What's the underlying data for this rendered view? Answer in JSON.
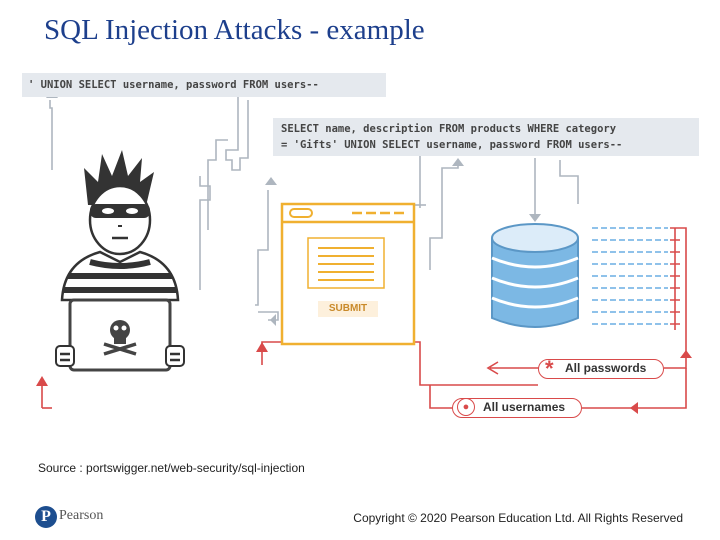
{
  "slide": {
    "title": "SQL Injection Attacks - example",
    "source": "Source : portswigger.net/web-security/sql-injection",
    "copyright": "Copyright © 2020 Pearson Education Ltd. All Rights Reserved",
    "brand": "Pearson"
  },
  "diagram": {
    "injected_input": "' UNION SELECT username, password FROM users--",
    "resulting_query_line1": "SELECT name, description FROM products WHERE category",
    "resulting_query_line2": "= 'Gifts' UNION SELECT username, password FROM users--",
    "submit_label": "SUBMIT",
    "result_passwords": "All passwords",
    "result_usernames": "All usernames",
    "icons": [
      "hacker-icon",
      "laptop-skull-icon",
      "web-form-icon",
      "database-icon",
      "data-rows-icon",
      "asterisk-icon",
      "user-icon"
    ]
  },
  "colors": {
    "title": "#1d3f8c",
    "code_bg": "#e5e9ee",
    "flow_line": "#aeb6bf",
    "result_red": "#d94a4a",
    "form_orange": "#f0b030",
    "database_blue": "#7cb8e4"
  }
}
